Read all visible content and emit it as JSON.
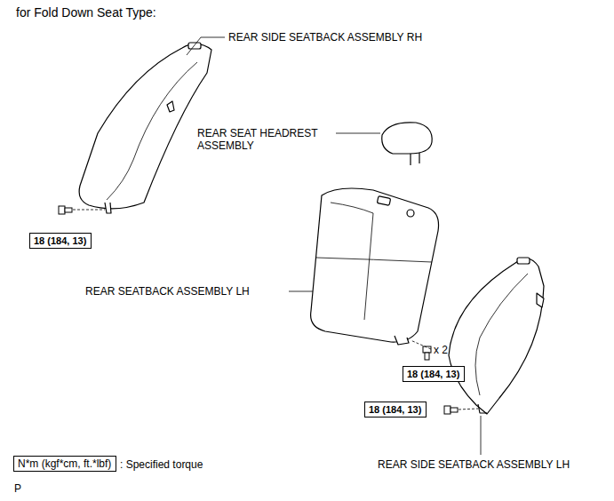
{
  "diagram": {
    "title": "for Fold Down Seat Type:",
    "nodes": [
      {
        "text": [
          "18 (184, 13)"
        ]
      },
      {
        "text": [
          "18 (184, 13)"
        ]
      },
      {
        "text": [
          "18 (184, 13)"
        ]
      },
      {
        "text": [
          "N*m (kgf*cm, ft.*lbf)"
        ]
      }
    ],
    "labels": [
      "REAR SIDE SEATBACK ASSEMBLY RH",
      "REAR SEAT HEADREST ASSEMBLY",
      "REAR SEATBACK ASSEMBLY LH",
      "x 2",
      "REAR SIDE SEATBACK ASSEMBLY LH",
      ": Specified torque",
      "P"
    ]
  }
}
